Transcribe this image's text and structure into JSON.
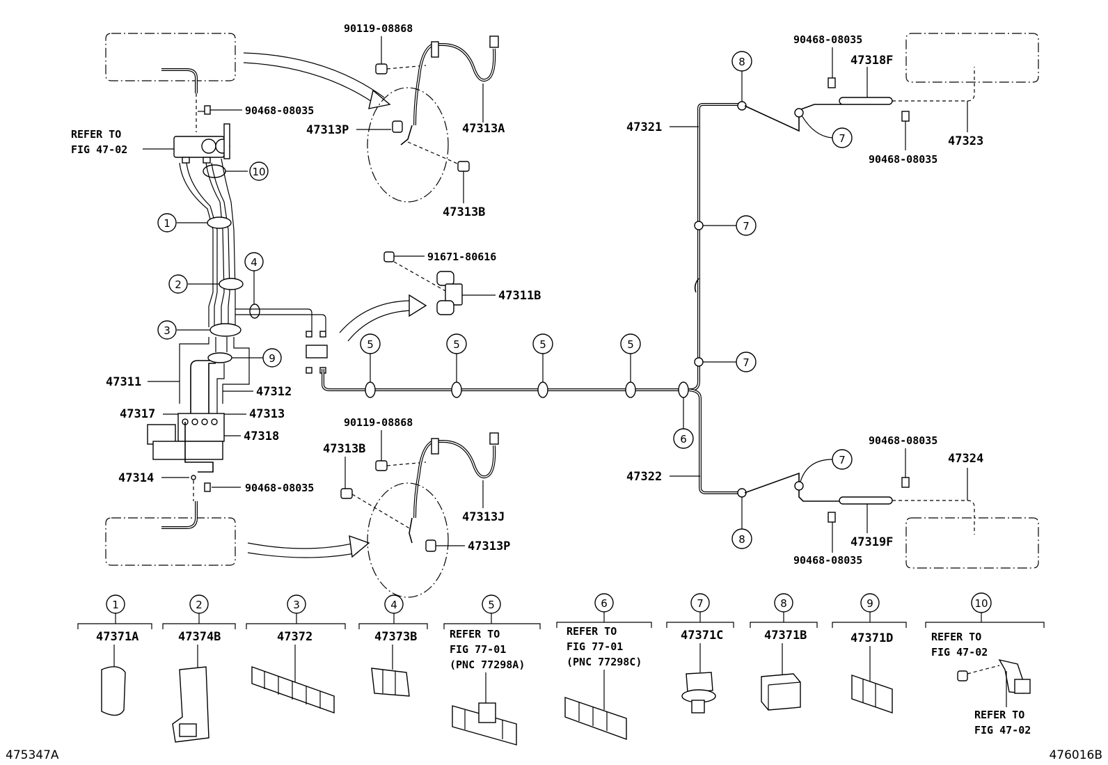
{
  "diagram_code_left": "475347A",
  "diagram_code_right": "476016B",
  "part_labels": {
    "p90119_top": "90119-08868",
    "p47313A": "47313A",
    "p47313P_top": "47313P",
    "p47313B_top": "47313B",
    "p90468_top_left": "90468-08035",
    "refer_47_02_top_1": "REFER TO",
    "refer_47_02_top_2": "FIG 47-02",
    "p91671": "91671-80616",
    "p47311B": "47311B",
    "p47311": "47311",
    "p47312": "47312",
    "p47317": "47317",
    "p47313": "47313",
    "p47318": "47318",
    "p47314": "47314",
    "p90468_bottom_left": "90468-08035",
    "p90119_bottom": "90119-08868",
    "p47313B_bottom": "47313B",
    "p47313J": "47313J",
    "p47313P_bottom": "47313P",
    "p90468_tr_1": "90468-08035",
    "p47318F": "47318F",
    "p47321": "47321",
    "p47323": "47323",
    "p90468_tr_2": "90468-08035",
    "p47322": "47322",
    "p90468_br_1": "90468-08035",
    "p47324": "47324",
    "p47319F": "47319F",
    "p90468_br_2": "90468-08035"
  },
  "callouts": {
    "c1": "1",
    "c2": "2",
    "c3": "3",
    "c4": "4",
    "c5": "5",
    "c6": "6",
    "c7": "7",
    "c8": "8",
    "c9": "9",
    "c10": "10"
  },
  "legend": [
    {
      "num": "1",
      "part": "47371A"
    },
    {
      "num": "2",
      "part": "47374B"
    },
    {
      "num": "3",
      "part": "47372"
    },
    {
      "num": "4",
      "part": "47373B"
    },
    {
      "num": "5",
      "line1": "REFER TO",
      "line2": "FIG 77-01",
      "line3": "(PNC 77298A)"
    },
    {
      "num": "6",
      "line1": "REFER TO",
      "line2": "FIG 77-01",
      "line3": "(PNC 77298C)"
    },
    {
      "num": "7",
      "part": "47371C"
    },
    {
      "num": "8",
      "part": "47371B"
    },
    {
      "num": "9",
      "part": "47371D"
    },
    {
      "num": "10",
      "line1": "REFER TO",
      "line2": "FIG 47-02",
      "line4": "REFER TO",
      "line5": "FIG 47-02"
    }
  ]
}
